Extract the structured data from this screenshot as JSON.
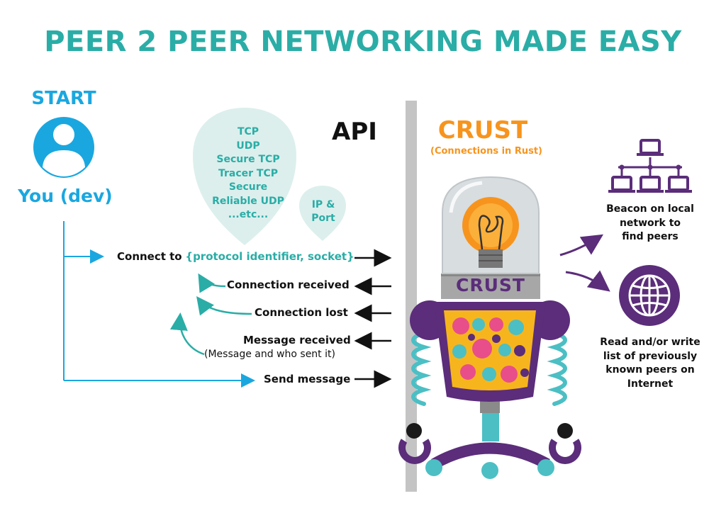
{
  "title": "PEER 2 PEER NETWORKING MADE EASY",
  "start": {
    "label": "START",
    "user_label": "You (dev)"
  },
  "api": {
    "label": "API"
  },
  "crust": {
    "title": "CRUST",
    "subtitle": "(Connections in Rust)",
    "badge": "CRUST"
  },
  "protocols": [
    "TCP",
    "UDP",
    "Secure TCP",
    "Tracer TCP",
    "Secure",
    "Reliable UDP",
    "...etc..."
  ],
  "ip_port": [
    "IP &",
    "Port"
  ],
  "events": {
    "connect_prefix": "Connect  to",
    "connect_args": "{protocol identifier, socket}",
    "connection_received": "Connection received",
    "connection_lost": "Connection lost",
    "message_received": "Message received",
    "message_received_sub": "(Message and who sent it)",
    "send_message": "Send message"
  },
  "features": {
    "beacon": [
      "Beacon on local",
      "network to",
      "find peers"
    ],
    "internet": [
      "Read and/or write",
      "list of previously",
      "known peers on",
      "Internet"
    ]
  },
  "colors": {
    "teal": "#2aada6",
    "blue": "#1aa7e0",
    "orange": "#f7941d",
    "purple": "#5b2d7a",
    "bubble": "#dcefed",
    "divider": "#c4c4c4"
  }
}
